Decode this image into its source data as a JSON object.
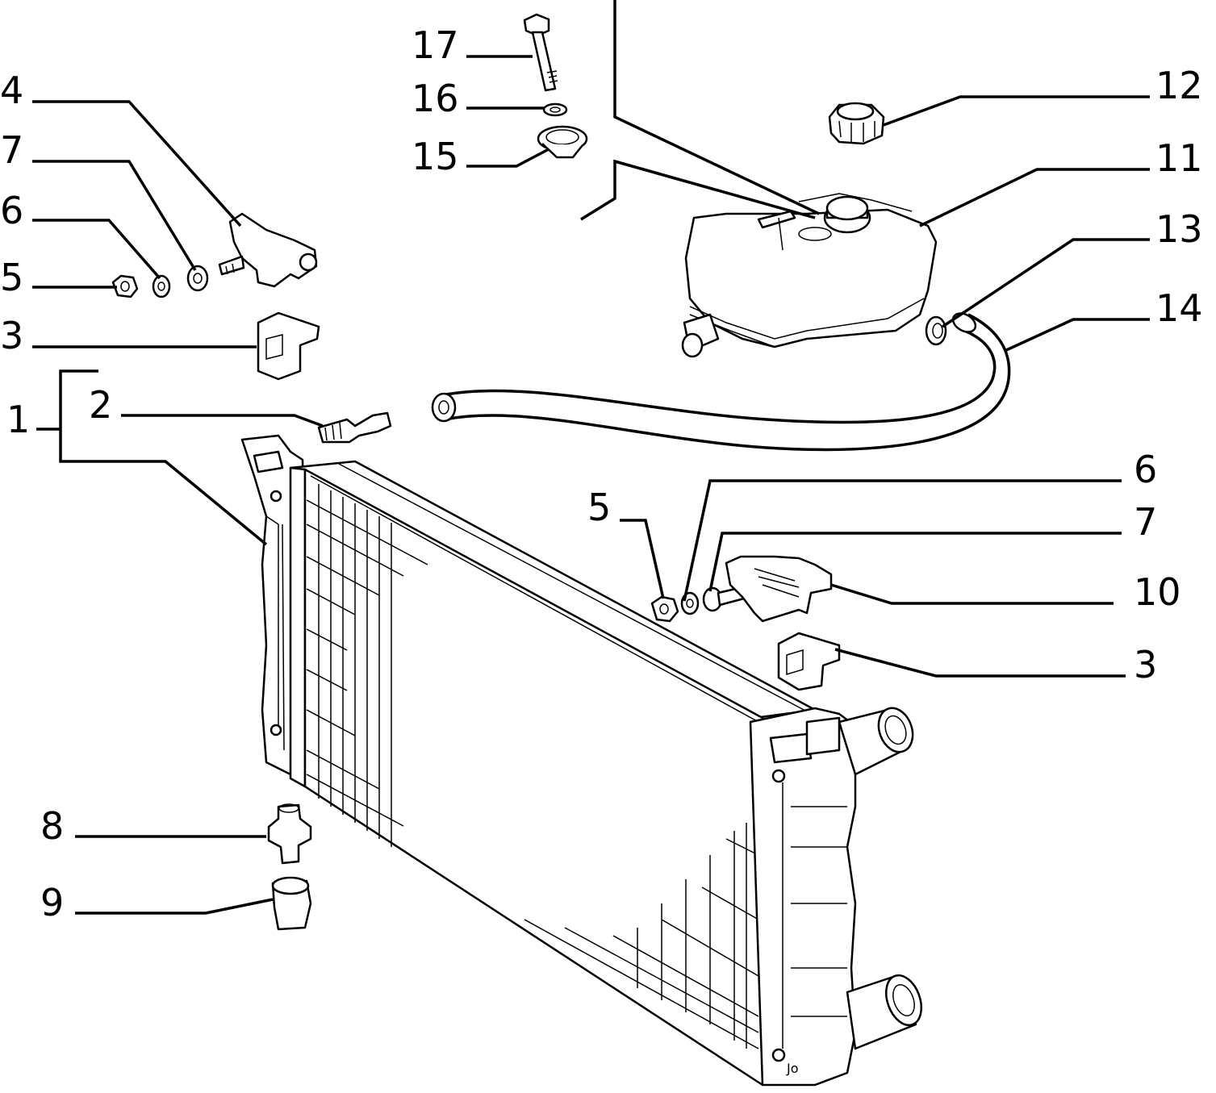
{
  "diagram": {
    "labels": {
      "l1": "1",
      "l2": "2",
      "l3_left": "3",
      "l4": "4",
      "l5_left": "5",
      "l6_left": "6",
      "l7_left": "7",
      "l8": "8",
      "l9": "9",
      "l17": "17",
      "l16": "16",
      "l15": "15",
      "l12": "12",
      "l11": "11",
      "l13": "13",
      "l14": "14",
      "l6_right": "6",
      "l5_right": "5",
      "l7_right": "7",
      "l10": "10",
      "l3_right": "3"
    },
    "radiator_marking": "Jo"
  }
}
